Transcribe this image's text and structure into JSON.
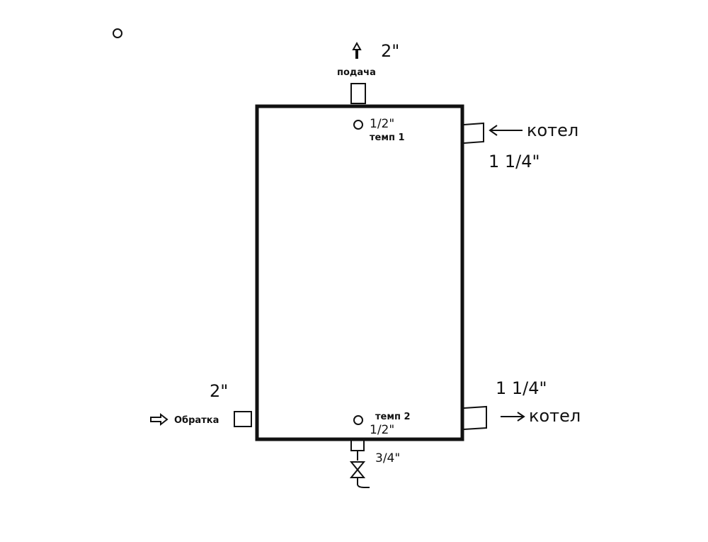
{
  "colors": {
    "ink": "#111111",
    "paper": "#ffffff"
  },
  "labels": {
    "supply": "подача",
    "supply_size": "2\"",
    "return": "Обратка",
    "return_size": "2\"",
    "temp1": "темп 1",
    "temp1_size": "1/2\"",
    "temp2": "темп 2",
    "temp2_size": "1/2\"",
    "boiler_in": "котел",
    "boiler_in_size": "1 1/4\"",
    "boiler_out": "котел",
    "boiler_out_size": "1 1/4\"",
    "drain_size": "3/4\""
  }
}
